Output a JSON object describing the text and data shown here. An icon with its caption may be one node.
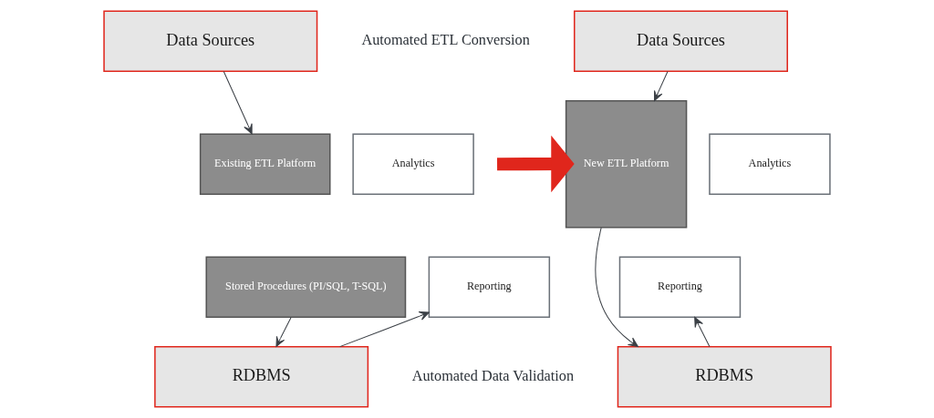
{
  "diagram": {
    "nodes": [
      {
        "text": [
          "Data Sources"
        ]
      },
      {
        "text": [
          "Existing ETL Platform"
        ]
      },
      {
        "text": [
          "Analytics"
        ]
      },
      {
        "text": [
          "Stored Procedures (PI/SQL, T-SQL)"
        ]
      },
      {
        "text": [
          "Reporting"
        ]
      },
      {
        "text": [
          "RDBMS"
        ]
      },
      {
        "text": [
          "Data Sources"
        ]
      },
      {
        "text": [
          "New ETL Platform"
        ]
      },
      {
        "text": [
          "Analytics"
        ]
      },
      {
        "text": [
          "Reporting"
        ]
      },
      {
        "text": [
          "RDBMS"
        ]
      }
    ],
    "edges": [
      {
        "from": 0,
        "to": 1,
        "arrow": "to"
      },
      {
        "from": 3,
        "to": 5,
        "arrow": "to"
      },
      {
        "from": 5,
        "to": 4,
        "arrow": "to"
      },
      {
        "from": null,
        "to": 7,
        "arrow": "to",
        "style": "thick",
        "color": "#e0261c"
      },
      {
        "from": 6,
        "to": 7,
        "arrow": "to"
      },
      {
        "from": 7,
        "to": 10,
        "arrow": "to"
      },
      {
        "from": 10,
        "to": 9,
        "arrow": "to"
      }
    ],
    "labels": [
      "Automated ETL Conversion",
      "Automated Data Validation"
    ]
  }
}
